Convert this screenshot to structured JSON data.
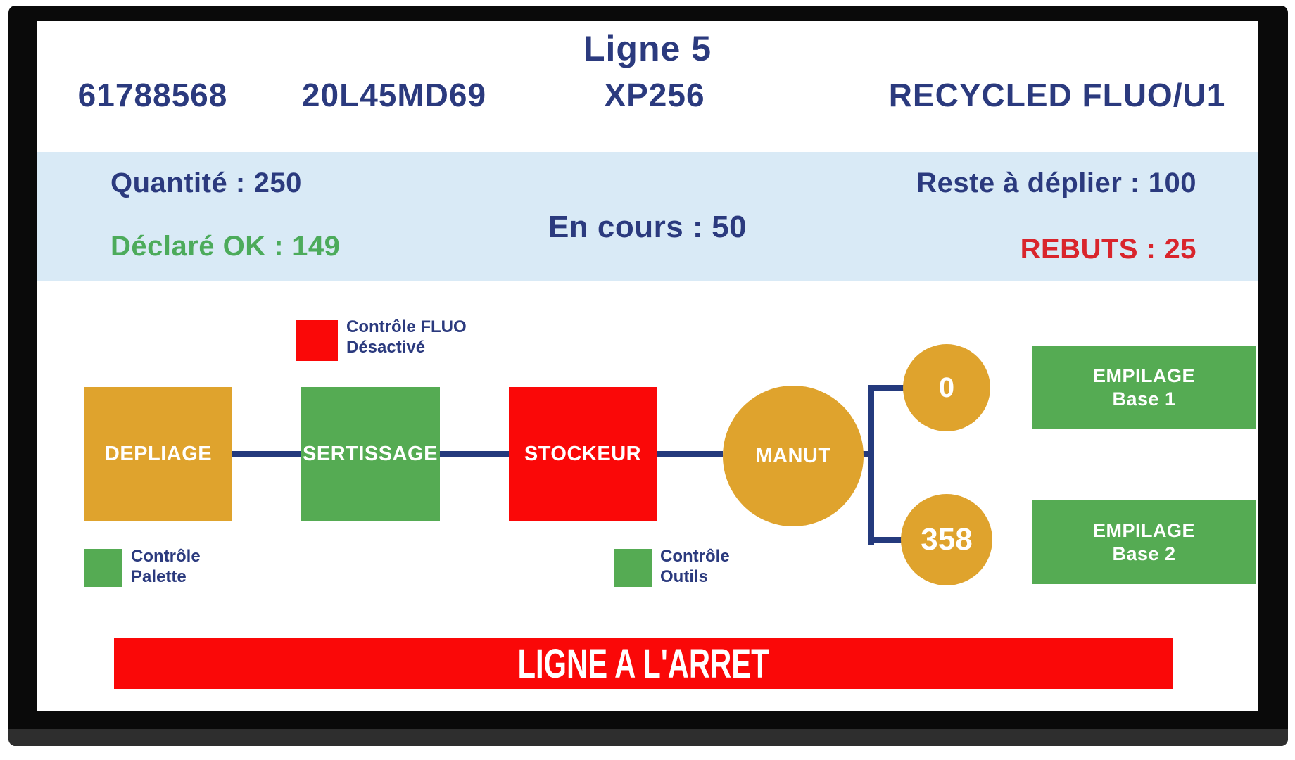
{
  "header": {
    "title": "Ligne 5",
    "codes": [
      "61788568",
      "20L45MD69",
      "XP256",
      "RECYCLED FLUO/U1"
    ]
  },
  "stats": {
    "quantite": {
      "label": "Quantité :",
      "value": "250"
    },
    "declare_ok": {
      "label": "Déclaré OK :",
      "value": "149"
    },
    "en_cours": {
      "label": "En cours :",
      "value": "50"
    },
    "reste_a_deplier": {
      "label": "Reste à déplier :",
      "value": "100"
    },
    "rebuts": {
      "label": "REBUTS :",
      "value": "25"
    }
  },
  "legends": {
    "fluo": {
      "line1": "Contrôle FLUO",
      "line2": "Désactivé",
      "color": "#fa0808"
    },
    "palette": {
      "line1": "Contrôle",
      "line2": "Palette",
      "color": "#55ab53"
    },
    "outils": {
      "line1": "Contrôle",
      "line2": "Outils",
      "color": "#55ab53"
    }
  },
  "flow": {
    "stations": [
      {
        "id": "depliage",
        "label": "DEPLIAGE",
        "color": "#dfa32d",
        "shape": "square"
      },
      {
        "id": "sertissage",
        "label": "SERTISSAGE",
        "color": "#55ab53",
        "shape": "square"
      },
      {
        "id": "stockeur",
        "label": "STOCKEUR",
        "color": "#fa0808",
        "shape": "square"
      },
      {
        "id": "manut",
        "label": "MANUT",
        "color": "#dfa32d",
        "shape": "circle"
      }
    ],
    "counters": [
      {
        "value": "0",
        "color": "#dfa32d"
      },
      {
        "value": "358",
        "color": "#dfa32d"
      }
    ],
    "outputs": [
      {
        "line1": "EMPILAGE",
        "line2": "Base 1",
        "color": "#55ab53"
      },
      {
        "line1": "EMPILAGE",
        "line2": "Base 2",
        "color": "#55ab53"
      }
    ]
  },
  "banner": {
    "text": "LIGNE A L'ARRET",
    "color": "#fa0808"
  },
  "colors": {
    "navy_text": "#2b3a7e",
    "green_text": "#4cab5b",
    "red_text": "#d9252c",
    "band_blue": "#d9eaf6",
    "connector_navy": "#243a7d",
    "bezel_black": "#0a0a0a"
  }
}
